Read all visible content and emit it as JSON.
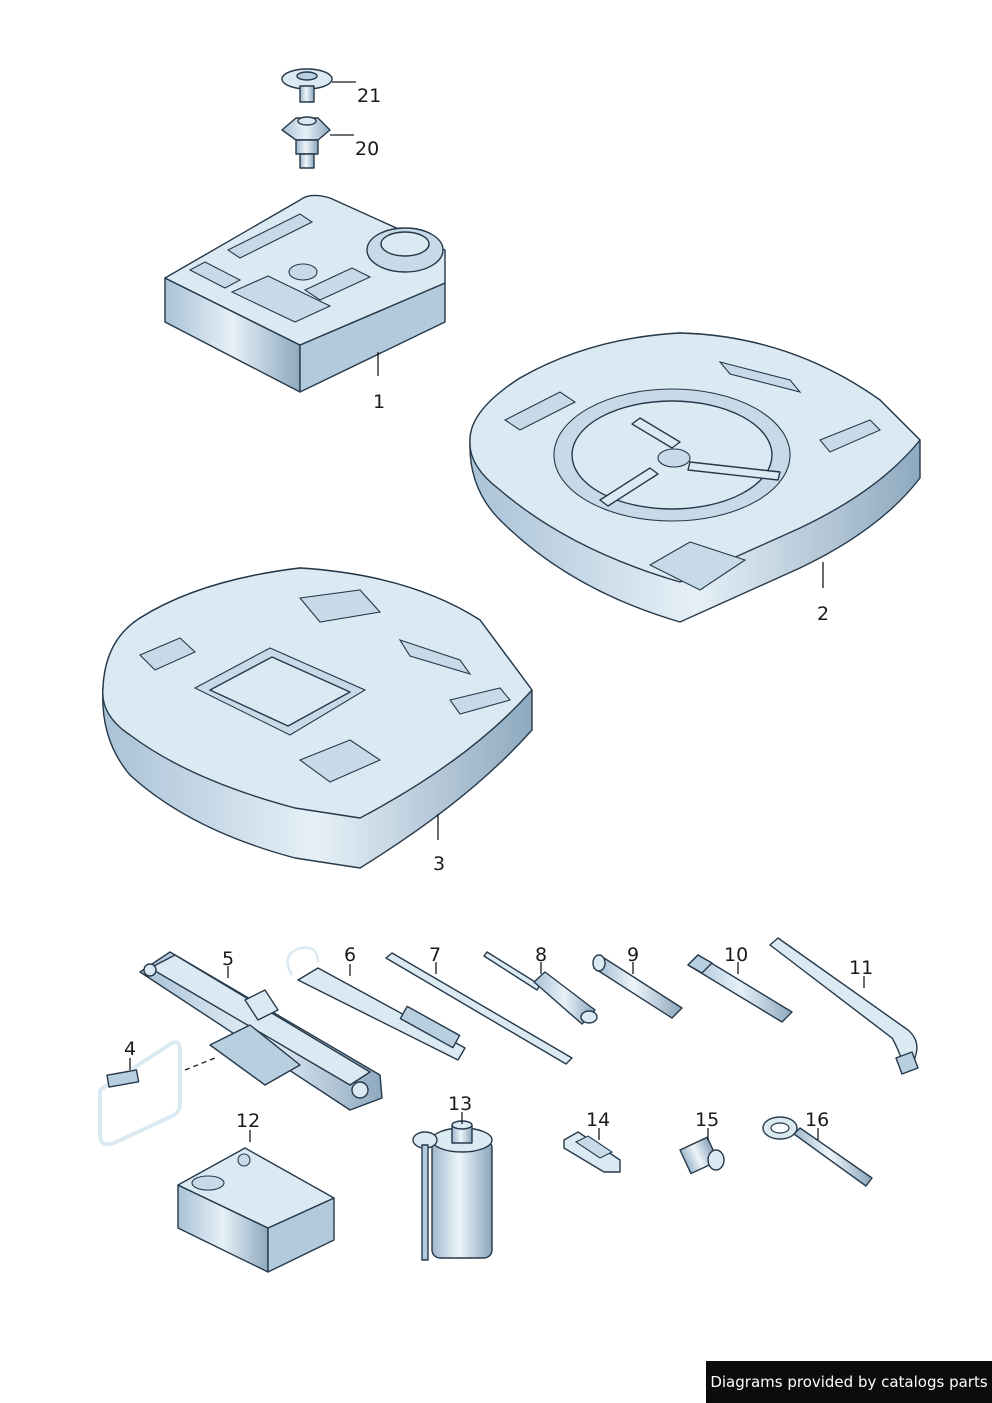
{
  "callouts": {
    "c1": "1",
    "c2": "2",
    "c3": "3",
    "c4": "4",
    "c5": "5",
    "c6": "6",
    "c7": "7",
    "c8": "8",
    "c9": "9",
    "c10": "10",
    "c11": "11",
    "c12": "12",
    "c13": "13",
    "c14": "14",
    "c15": "15",
    "c16": "16",
    "c20": "20",
    "c21": "21"
  },
  "footer": {
    "text": "Diagrams provided by catalogs parts"
  },
  "colors": {
    "part_fill": "#dbe9f3",
    "part_shade": "#8aa6bd",
    "outline": "#26394a",
    "banner_bg": "#0b0b0b"
  }
}
